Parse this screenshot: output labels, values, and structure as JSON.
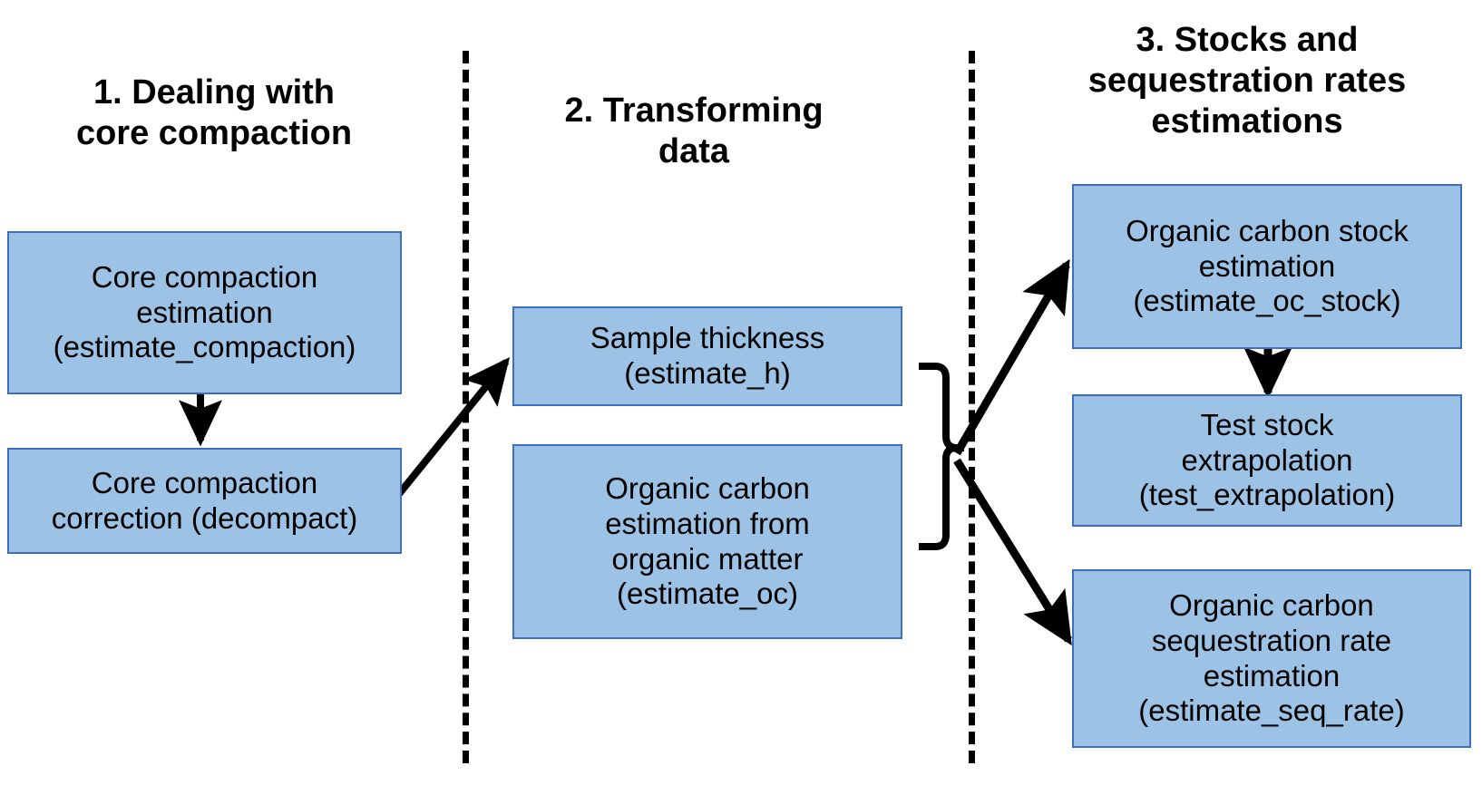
{
  "diagram": {
    "title_sections": [
      {
        "id": "section-1",
        "label": "1. Dealing with\ncore compaction"
      },
      {
        "id": "section-2",
        "label": "2. Transforming\ndata"
      },
      {
        "id": "section-3",
        "label": "3. Stocks and\nsequestration rates\nestimations"
      }
    ],
    "nodes": [
      {
        "id": "estimate-compaction",
        "label": "Core compaction\nestimation\n(estimate_compaction)"
      },
      {
        "id": "decompact",
        "label": "Core compaction\ncorrection (decompact)"
      },
      {
        "id": "estimate-h",
        "label": "Sample thickness\n(estimate_h)"
      },
      {
        "id": "estimate-oc",
        "label": "Organic carbon\nestimation from\norganic matter\n(estimate_oc)"
      },
      {
        "id": "estimate-oc-stock",
        "label": "Organic carbon stock\nestimation\n(estimate_oc_stock)"
      },
      {
        "id": "test-extrapolation",
        "label": "Test stock\nextrapolation\n(test_extrapolation)"
      },
      {
        "id": "estimate-seq-rate",
        "label": "Organic carbon\nsequestration rate\nestimation\n(estimate_seq_rate)"
      }
    ],
    "connectors": [
      {
        "id": "arrow-compaction-to-decompact",
        "from": "estimate-compaction",
        "to": "decompact",
        "kind": "arrow"
      },
      {
        "id": "arrow-decompact-to-estimate-h",
        "from": "decompact",
        "to": "estimate-h",
        "kind": "arrow"
      },
      {
        "id": "brace-transform-outputs",
        "from": "estimate-h,estimate-oc",
        "to": "junction",
        "kind": "brace"
      },
      {
        "id": "arrow-junction-to-oc-stock",
        "from": "junction",
        "to": "estimate-oc-stock",
        "kind": "arrow"
      },
      {
        "id": "arrow-oc-stock-to-test-extrapolation",
        "from": "estimate-oc-stock",
        "to": "test-extrapolation",
        "kind": "arrow"
      },
      {
        "id": "arrow-junction-to-seq-rate",
        "from": "junction",
        "to": "estimate-seq-rate",
        "kind": "arrow"
      }
    ],
    "dividers": [
      {
        "id": "divider-1"
      },
      {
        "id": "divider-2"
      }
    ],
    "colors": {
      "node_fill": "#9CC3E5",
      "node_border": "#3B6FC4",
      "text": "#000000",
      "connector": "#000000",
      "background": "#FFFFFF"
    }
  }
}
